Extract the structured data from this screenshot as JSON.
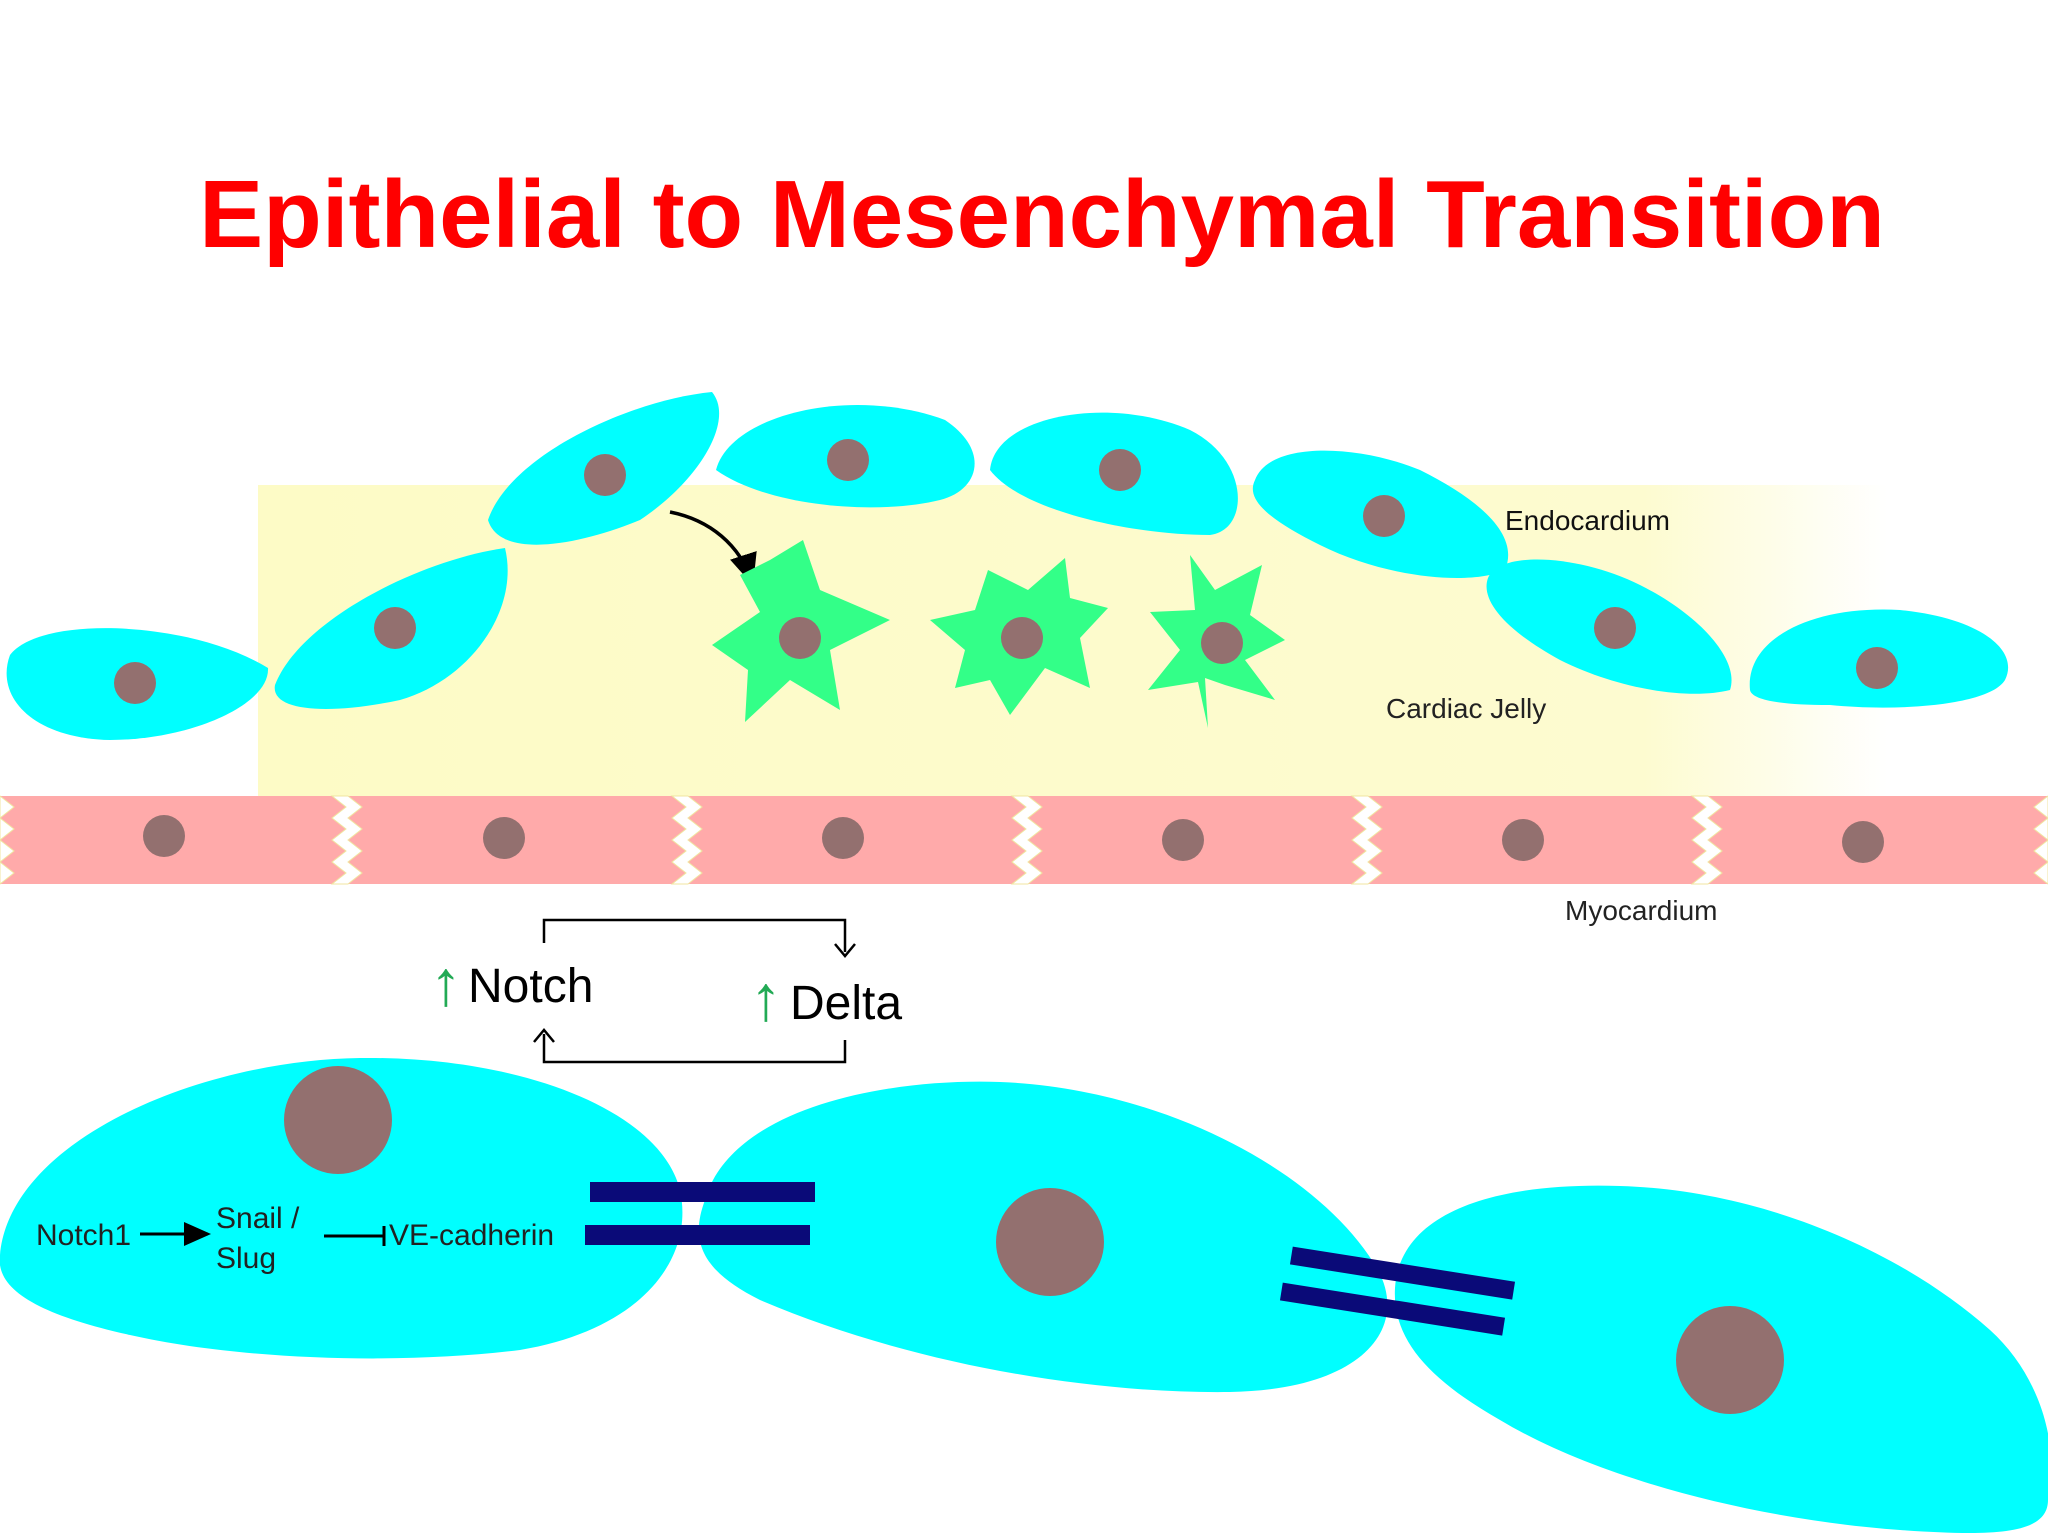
{
  "title": "Epithelial to Mesenchymal Transition",
  "labels": {
    "endocardium": "Endocardium",
    "cardiac_jelly": "Cardiac Jelly",
    "myocardium": "Myocardium"
  },
  "signaling": {
    "notch": "Notch",
    "delta": "Delta",
    "up_arrow": "↑"
  },
  "pathway": {
    "notch1": "Notch1",
    "snail_line1": "Snail /",
    "snail_line2": "Slug",
    "ve_cadherin": "VE-cadherin"
  },
  "colors": {
    "title": "#ff0000",
    "endothelial_cell": "#00ffff",
    "mesenchymal_cell": "#33ff88",
    "nucleus": "#93706f",
    "cardiac_jelly": "#fdfbc8",
    "myocardium": "#ffaaaa",
    "junction": "#0a0a78",
    "up_arrow": "#22aa55"
  }
}
